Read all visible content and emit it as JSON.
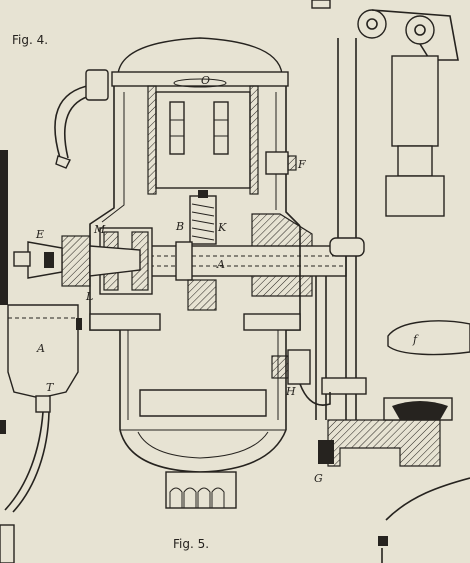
{
  "figures": {
    "fig4": "Fig. 4.",
    "fig5": "Fig. 5."
  },
  "labels": {
    "A_fig4": "A",
    "T": "T",
    "E": "E",
    "M": "M",
    "L": "L",
    "B": "B",
    "K": "K",
    "A_fig5": "A",
    "F": "F",
    "H": "H",
    "G": "G",
    "f": "f",
    "O": "O"
  },
  "colors": {
    "paper": "#e7e3d3",
    "ink": "#26231f"
  }
}
